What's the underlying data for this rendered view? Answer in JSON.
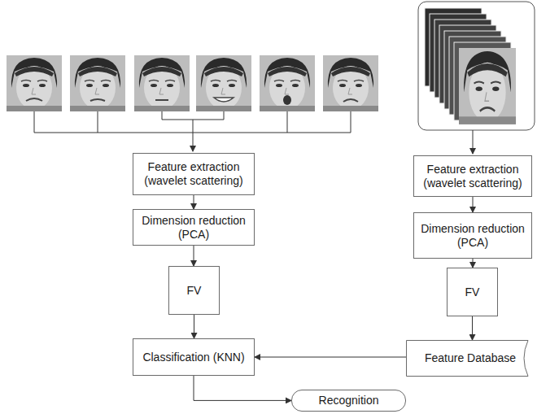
{
  "diagram": {
    "nodes": [
      {
        "text": [
          "Feature extraction (wavelet scattering)"
        ]
      },
      {
        "text": [
          "Dimension reduction (PCA)"
        ]
      },
      {
        "text": [
          "FV"
        ]
      },
      {
        "text": [
          "Classification (KNN)"
        ]
      },
      {
        "text": [
          "Recognition"
        ]
      },
      {
        "text": [
          "Feature extraction (wavelet scattering)"
        ]
      },
      {
        "text": [
          "Dimension reduction (PCA)"
        ]
      },
      {
        "text": [
          "FV"
        ]
      },
      {
        "text": [
          "Feature Database"
        ]
      }
    ],
    "edges": [
      {
        "from": 0,
        "to": 1,
        "arrow": "to"
      },
      {
        "from": 1,
        "to": 2,
        "arrow": "to"
      },
      {
        "from": 2,
        "to": 3,
        "arrow": "to"
      },
      {
        "from": 3,
        "to": 4,
        "arrow": "to"
      },
      {
        "from": 5,
        "to": 6,
        "arrow": "to"
      },
      {
        "from": 6,
        "to": 7,
        "arrow": "to"
      },
      {
        "from": 7,
        "to": 8,
        "arrow": "to"
      },
      {
        "from": 8,
        "to": 3,
        "arrow": "to"
      }
    ]
  }
}
